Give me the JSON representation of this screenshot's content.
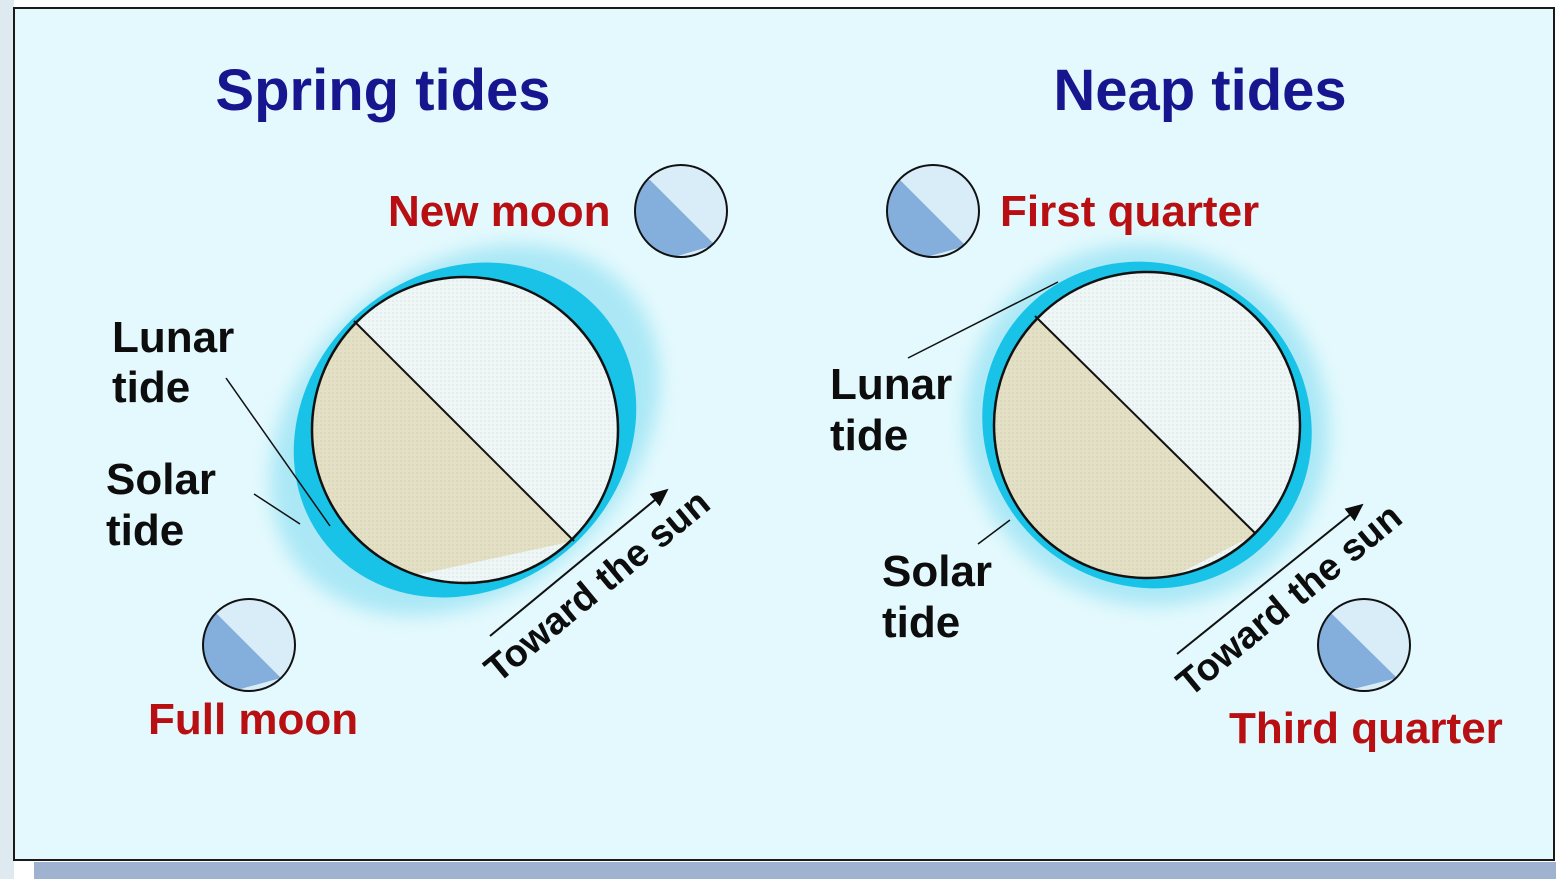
{
  "colors": {
    "background": "#e3f9fd",
    "title": "#17168e",
    "moon_label": "#b80f12",
    "tide_label": "#0d0d0d",
    "water": "#19c3e8",
    "water_glow": "#a5e6f5",
    "earth_day": "#eef6f6",
    "earth_night": "#e4e0c5",
    "moon_dark": "#84afdc",
    "moon_light": "#d9edf8",
    "shadow": "#9fb2cf"
  },
  "spring": {
    "title": "Spring tides",
    "new_moon": "New moon",
    "full_moon": "Full moon",
    "lunar_tide": [
      "Lunar",
      "tide"
    ],
    "solar_tide": [
      "Solar",
      "tide"
    ],
    "toward_sun": "Toward the sun"
  },
  "neap": {
    "title": "Neap tides",
    "first_quarter": "First quarter",
    "third_quarter": "Third quarter",
    "lunar_tide": [
      "Lunar",
      "tide"
    ],
    "solar_tide": [
      "Solar",
      "tide"
    ],
    "toward_sun": "Toward the sun"
  }
}
